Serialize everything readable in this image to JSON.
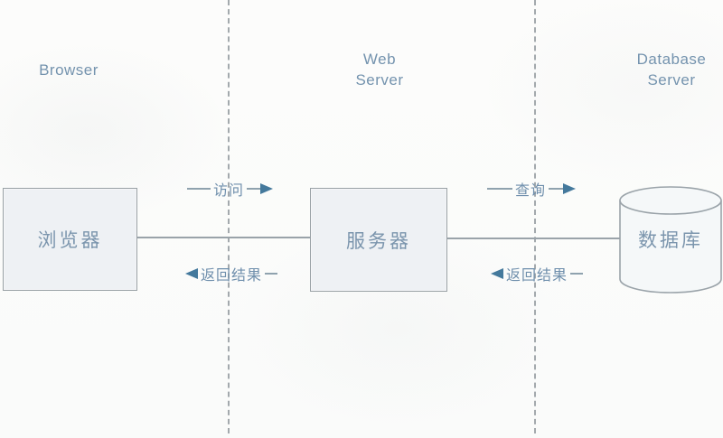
{
  "diagram": {
    "title": "browser-webserver-database architecture",
    "lanes": {
      "browser_header": "Browser",
      "web_server_header_line1": "Web",
      "web_server_header_line2": "Server",
      "database_server_header_line1": "Database",
      "database_server_header_line2": "Server"
    },
    "nodes": {
      "browser_label": "浏览器",
      "server_label": "服务器",
      "database_label": "数据库"
    },
    "arrows": {
      "visit_label": "访问",
      "query_label": "查询",
      "return_result_left_label": "返回结果",
      "return_result_right_label": "返回结果"
    },
    "colors": {
      "header_text": "#7493ae",
      "node_text": "#7b95ad",
      "node_fill": "#eef1f4",
      "node_border": "#99a1a5",
      "connector_line": "#9aa3a9",
      "dashed_separator": "#a3a9ad",
      "arrowhead": "#44799c"
    }
  }
}
